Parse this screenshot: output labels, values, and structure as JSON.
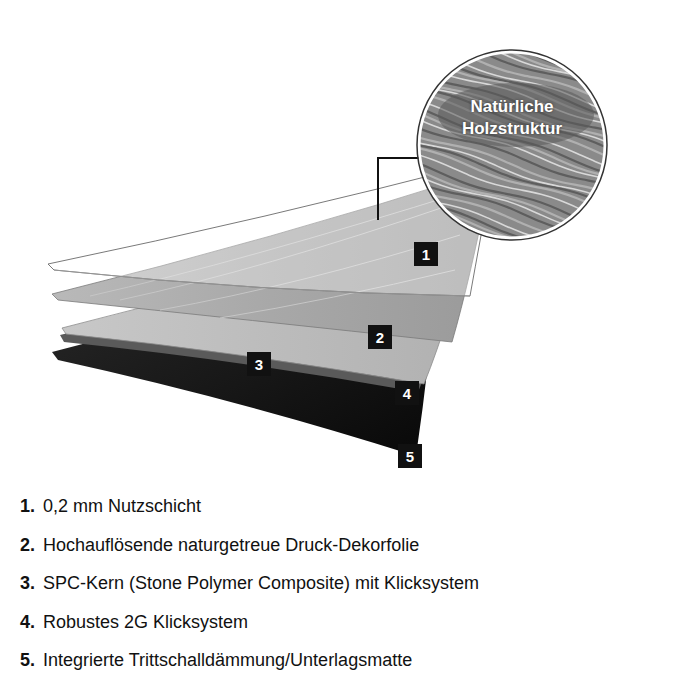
{
  "diagram": {
    "nodes": [
      {
        "text": [
          "Natürliche Holzstruktur"
        ]
      },
      {
        "text": [
          "1"
        ]
      },
      {
        "text": [
          "2"
        ]
      },
      {
        "text": [
          "3"
        ]
      },
      {
        "text": [
          "4"
        ]
      },
      {
        "text": [
          "5"
        ]
      }
    ],
    "labels": [
      "1.",
      "0,2 mm Nutzschicht",
      "2.",
      "Hochauflösende naturgetreue Druck-Dekorfolie",
      "3.",
      "SPC-Kern (Stone Polymer Composite) mit Klicksystem",
      "4.",
      "Robustes 2G Klicksystem",
      "5.",
      "Integrierte Trittschalldämmung/Unterlagsmatte"
    ]
  }
}
